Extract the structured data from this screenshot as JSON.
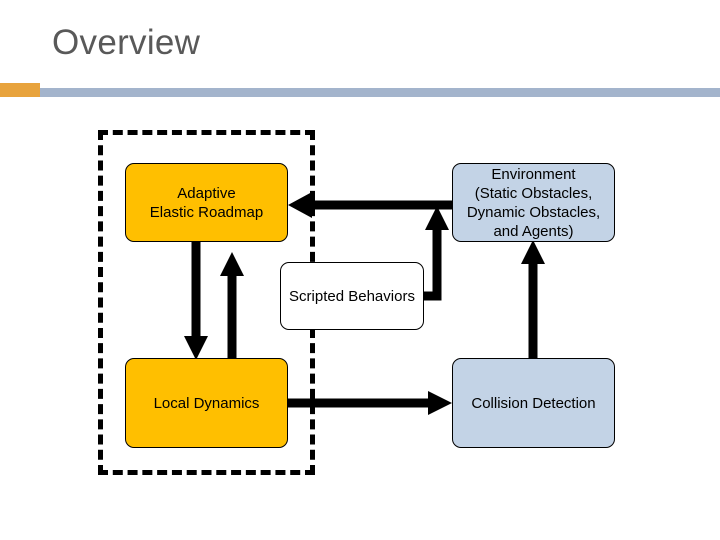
{
  "slide": {
    "title": "Overview",
    "accent_color": "#e8a33d",
    "rule_color": "#a3b4cc",
    "title_color": "#595959"
  },
  "diagram": {
    "group_label": "dashed-boundary",
    "boxes": [
      {
        "id": "adaptive-elastic-roadmap",
        "label": "Adaptive\nElastic Roadmap",
        "line1": "Adaptive",
        "line2": "Elastic Roadmap",
        "color": "#ffbf00"
      },
      {
        "id": "environment",
        "line1": "Environment",
        "line2": "(Static Obstacles,",
        "line3": "Dynamic Obstacles,",
        "line4": "and Agents)",
        "color": "#c3d3e6"
      },
      {
        "id": "scripted-behaviors",
        "label": "Scripted Behaviors",
        "color": "#ffffff"
      },
      {
        "id": "local-dynamics",
        "label": "Local Dynamics",
        "color": "#ffbf00"
      },
      {
        "id": "collision-detection",
        "label": "Collision Detection",
        "color": "#c3d3e6"
      }
    ],
    "connectors": [
      {
        "from": "environment",
        "to": "adaptive-elastic-roadmap",
        "direction": "left"
      },
      {
        "from": "adaptive-elastic-roadmap",
        "to": "local-dynamics",
        "direction": "down"
      },
      {
        "from": "local-dynamics",
        "to": "adaptive-elastic-roadmap",
        "direction": "up"
      },
      {
        "from": "local-dynamics",
        "to": "collision-detection",
        "direction": "right"
      },
      {
        "from": "collision-detection",
        "to": "environment",
        "direction": "up"
      },
      {
        "from": "scripted-behaviors",
        "to": "environment",
        "direction": "right-up"
      }
    ],
    "arrow_color": "#000000"
  }
}
